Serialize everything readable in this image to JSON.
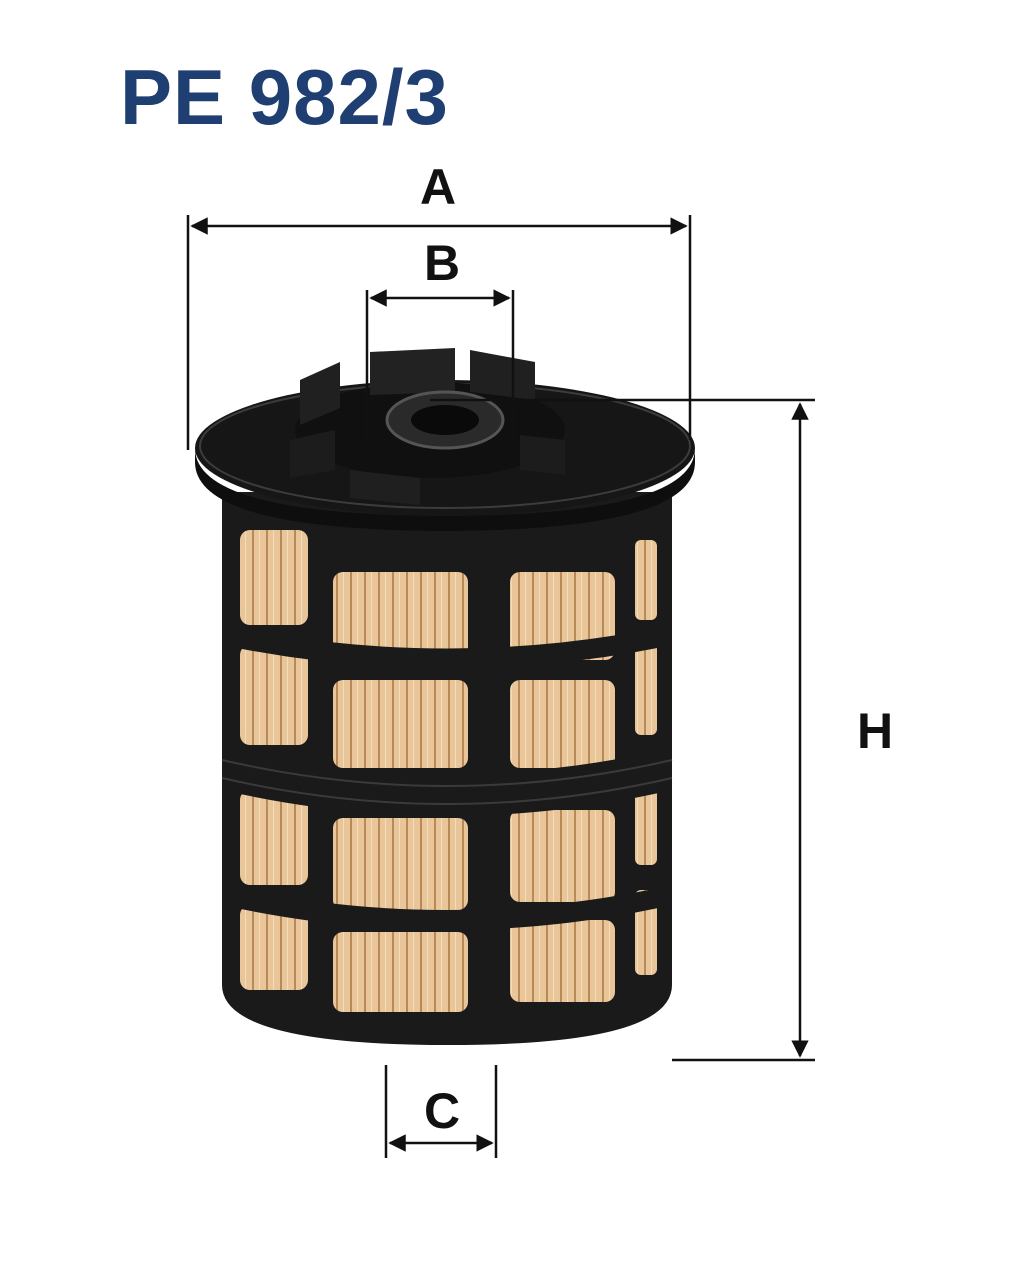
{
  "title": "PE 982/3",
  "dimensions": {
    "a": "A",
    "b": "B",
    "c": "C",
    "h": "H"
  },
  "colors": {
    "title": "#1f3f73",
    "filter_body": "#1a1a1a",
    "filter_paper": "#e8c69a",
    "filter_pleat": "#b98a58",
    "dimension_line": "#111111"
  }
}
